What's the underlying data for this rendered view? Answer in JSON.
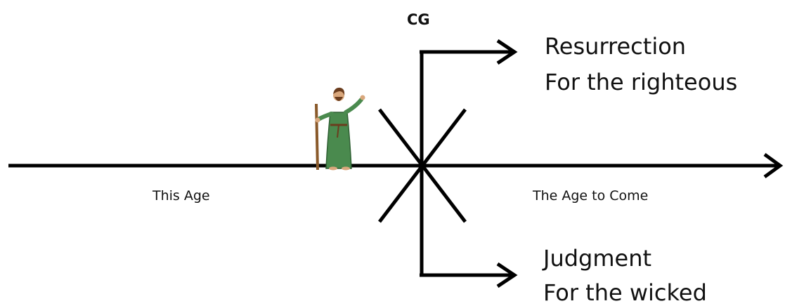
{
  "labels": {
    "center": "CG",
    "left_age": "This Age",
    "right_age": "The Age to Come",
    "upper_line1": "Resurrection",
    "upper_line2": "For the righteous",
    "lower_line1": "Judgment",
    "lower_line2": "For the wicked"
  },
  "icons": {
    "figure": "robed-man-with-staff-icon"
  },
  "colors": {
    "line": "#000000",
    "robe": "#4a8a4e",
    "robe_dark": "#2f5f33",
    "skin": "#d9a77c",
    "hair": "#6b3d1e",
    "staff": "#8a5a2b",
    "text": "#111111"
  }
}
